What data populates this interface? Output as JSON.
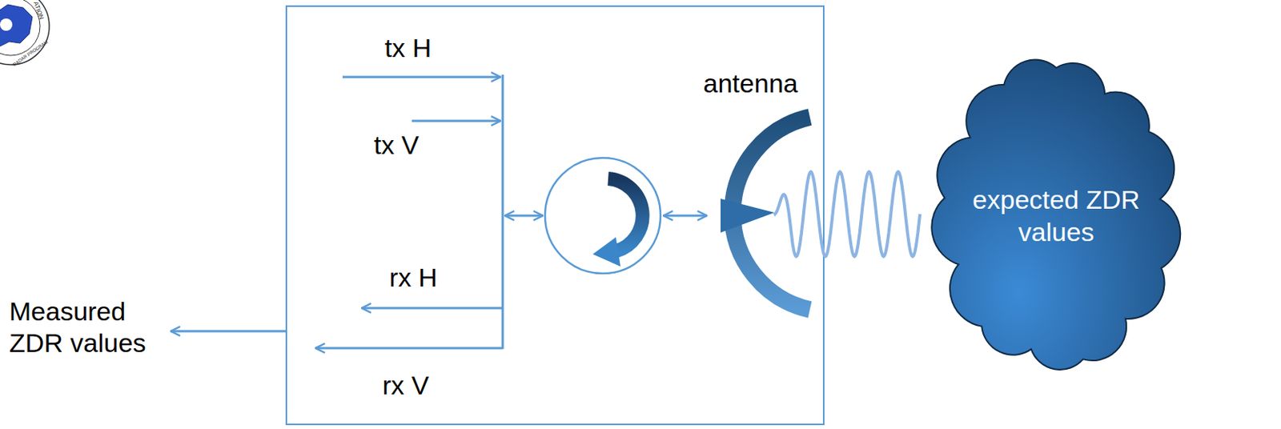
{
  "diagram": {
    "nodes": [
      {
        "text": [
          "expected ZDR values"
        ]
      }
    ],
    "labels": [
      "tx H",
      "tx V",
      "rx H",
      "rx V",
      "antenna",
      "Measured ZDR values",
      "ATION",
      "RADAR PROGRAM"
    ]
  }
}
